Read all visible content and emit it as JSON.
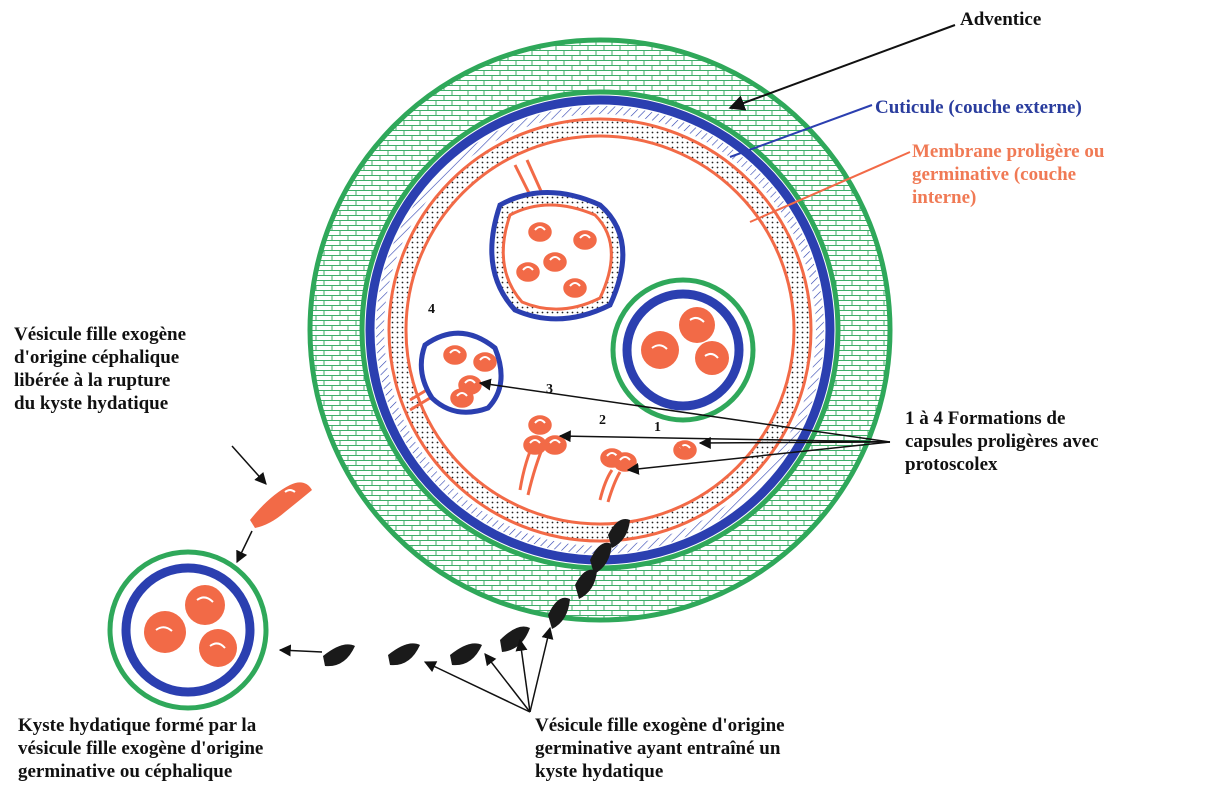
{
  "labels": {
    "adventice": "Adventice",
    "cuticule": "Cuticule (couche externe)",
    "membrane": [
      "Membrane proligère ou",
      "germinative (couche",
      "interne)"
    ],
    "formations": [
      "1 à 4 Formations de",
      "capsules proligères avec",
      "protoscolex"
    ],
    "vesicule_cephalique": [
      "Vésicule fille exogène",
      "d'origine céphalique",
      "libérée à la rupture",
      "du kyste hydatique"
    ],
    "kyste_forme": [
      "Kyste hydatique formé par la",
      "vésicule fille exogène d'origine",
      "germinative ou céphalique"
    ],
    "vesicule_germinative": [
      "Vésicule fille exogène d'origine",
      "germinative ayant entraîné un",
      "kyste hydatique"
    ]
  },
  "numbers": [
    "1",
    "2",
    "3",
    "4"
  ],
  "colors": {
    "adventice": "#2fa85a",
    "cuticule": "#2b3fb0",
    "membrane": "#f26a47",
    "black": "#1a1a1a"
  }
}
